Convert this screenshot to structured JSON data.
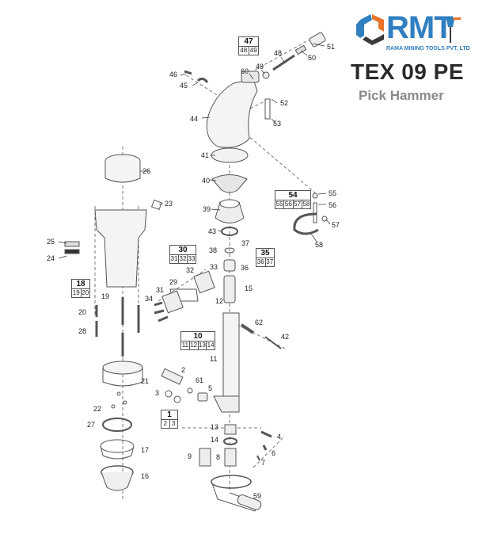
{
  "brand": {
    "logo_letters": "RMT",
    "company": "RAMA MINING TOOLS PVT. LTD",
    "colors": {
      "orange": "#e8742a",
      "blue": "#2f7fc1",
      "dark": "#3a3a3a",
      "grey": "#8a8a8a"
    }
  },
  "title": {
    "model": "TEX 09 PE",
    "subtitle": "Pick Hammer"
  },
  "kits": [
    {
      "id": "47",
      "parts": [
        "48",
        "49"
      ]
    },
    {
      "id": "54",
      "parts": [
        "55",
        "56",
        "57",
        "58"
      ]
    },
    {
      "id": "30",
      "parts": [
        "31",
        "32",
        "33"
      ]
    },
    {
      "id": "35",
      "parts": [
        "36",
        "37"
      ]
    },
    {
      "id": "18",
      "parts": [
        "19",
        "20"
      ]
    },
    {
      "id": "10",
      "parts": [
        "11",
        "12",
        "13",
        "14"
      ]
    },
    {
      "id": "1",
      "parts": [
        "2",
        "3"
      ]
    }
  ],
  "part_labels": {
    "p1": "51",
    "p2": "50",
    "p3": "48",
    "p4": "49",
    "p5": "46",
    "p6": "45",
    "p7": "60",
    "p8": "52",
    "p9": "53",
    "p10": "44",
    "p11": "41",
    "p12": "26",
    "p13": "40",
    "p14": "55",
    "p15": "56",
    "p16": "23",
    "p17": "39",
    "p18": "57",
    "p19": "43",
    "p20": "58",
    "p21": "25",
    "p22": "24",
    "p23": "37",
    "p24": "38",
    "p25": "33",
    "p26": "36",
    "p27": "32",
    "p28": "29",
    "p29": "15",
    "p30": "19",
    "p31": "31",
    "p32": "34",
    "p33": "12",
    "p34": "20",
    "p35": "62",
    "p36": "28",
    "p37": "42",
    "p38": "11",
    "p39": "2",
    "p40": "21",
    "p41": "61",
    "p42": "3",
    "p43": "5",
    "p44": "22",
    "p45": "27",
    "p46": "13",
    "p47": "4",
    "p48": "14",
    "p49": "6",
    "p50": "17",
    "p51": "9",
    "p52": "8",
    "p53": "7",
    "p54": "59",
    "p55": "16"
  }
}
